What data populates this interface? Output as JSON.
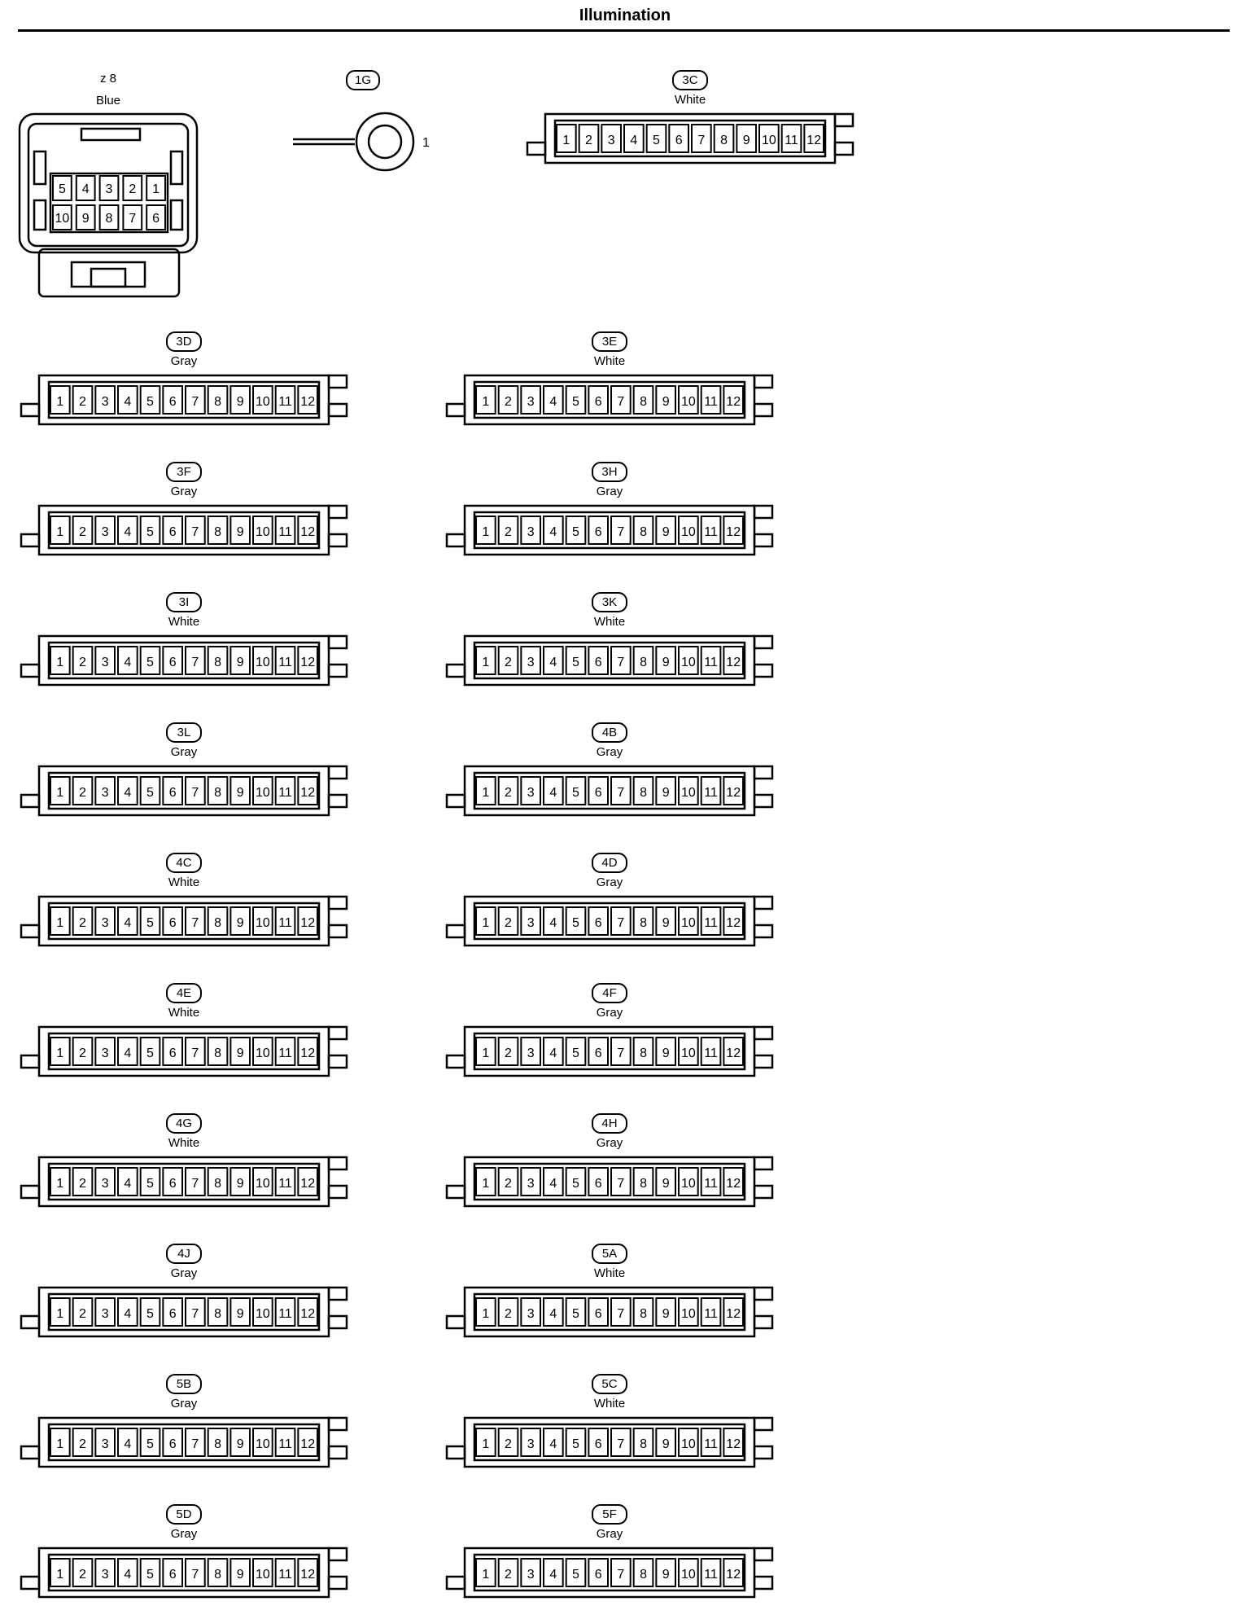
{
  "title": "Illumination",
  "connectors": [
    {
      "id": "z 8",
      "color": "Blue",
      "type": "10-pin",
      "pins": [
        "1",
        "2",
        "3",
        "4",
        "5",
        "6",
        "7",
        "8",
        "9",
        "10"
      ]
    },
    {
      "id": "1G",
      "color": "",
      "type": "ring",
      "pins": [
        "1"
      ]
    },
    {
      "id": "3C",
      "color": "White",
      "type": "12-pin"
    },
    {
      "id": "3D",
      "color": "Gray",
      "type": "12-pin"
    },
    {
      "id": "3E",
      "color": "White",
      "type": "12-pin"
    },
    {
      "id": "3F",
      "color": "Gray",
      "type": "12-pin"
    },
    {
      "id": "3H",
      "color": "Gray",
      "type": "12-pin"
    },
    {
      "id": "3I",
      "color": "White",
      "type": "12-pin"
    },
    {
      "id": "3K",
      "color": "White",
      "type": "12-pin"
    },
    {
      "id": "3L",
      "color": "Gray",
      "type": "12-pin"
    },
    {
      "id": "4B",
      "color": "Gray",
      "type": "12-pin"
    },
    {
      "id": "4C",
      "color": "White",
      "type": "12-pin"
    },
    {
      "id": "4D",
      "color": "Gray",
      "type": "12-pin"
    },
    {
      "id": "4E",
      "color": "White",
      "type": "12-pin"
    },
    {
      "id": "4F",
      "color": "Gray",
      "type": "12-pin"
    },
    {
      "id": "4G",
      "color": "White",
      "type": "12-pin"
    },
    {
      "id": "4H",
      "color": "Gray",
      "type": "12-pin"
    },
    {
      "id": "4J",
      "color": "Gray",
      "type": "12-pin"
    },
    {
      "id": "5A",
      "color": "White",
      "type": "12-pin"
    },
    {
      "id": "5B",
      "color": "Gray",
      "type": "12-pin"
    },
    {
      "id": "5C",
      "color": "White",
      "type": "12-pin"
    },
    {
      "id": "5D",
      "color": "Gray",
      "type": "12-pin"
    },
    {
      "id": "5F",
      "color": "Gray",
      "type": "12-pin"
    }
  ],
  "pins_12": [
    "1",
    "2",
    "3",
    "4",
    "5",
    "6",
    "7",
    "8",
    "9",
    "10",
    "11",
    "12"
  ],
  "z8_top_row": [
    "5",
    "4",
    "3",
    "2",
    "1"
  ],
  "z8_bottom_row": [
    "10",
    "9",
    "8",
    "7",
    "6"
  ],
  "ring_pin_label": "1"
}
